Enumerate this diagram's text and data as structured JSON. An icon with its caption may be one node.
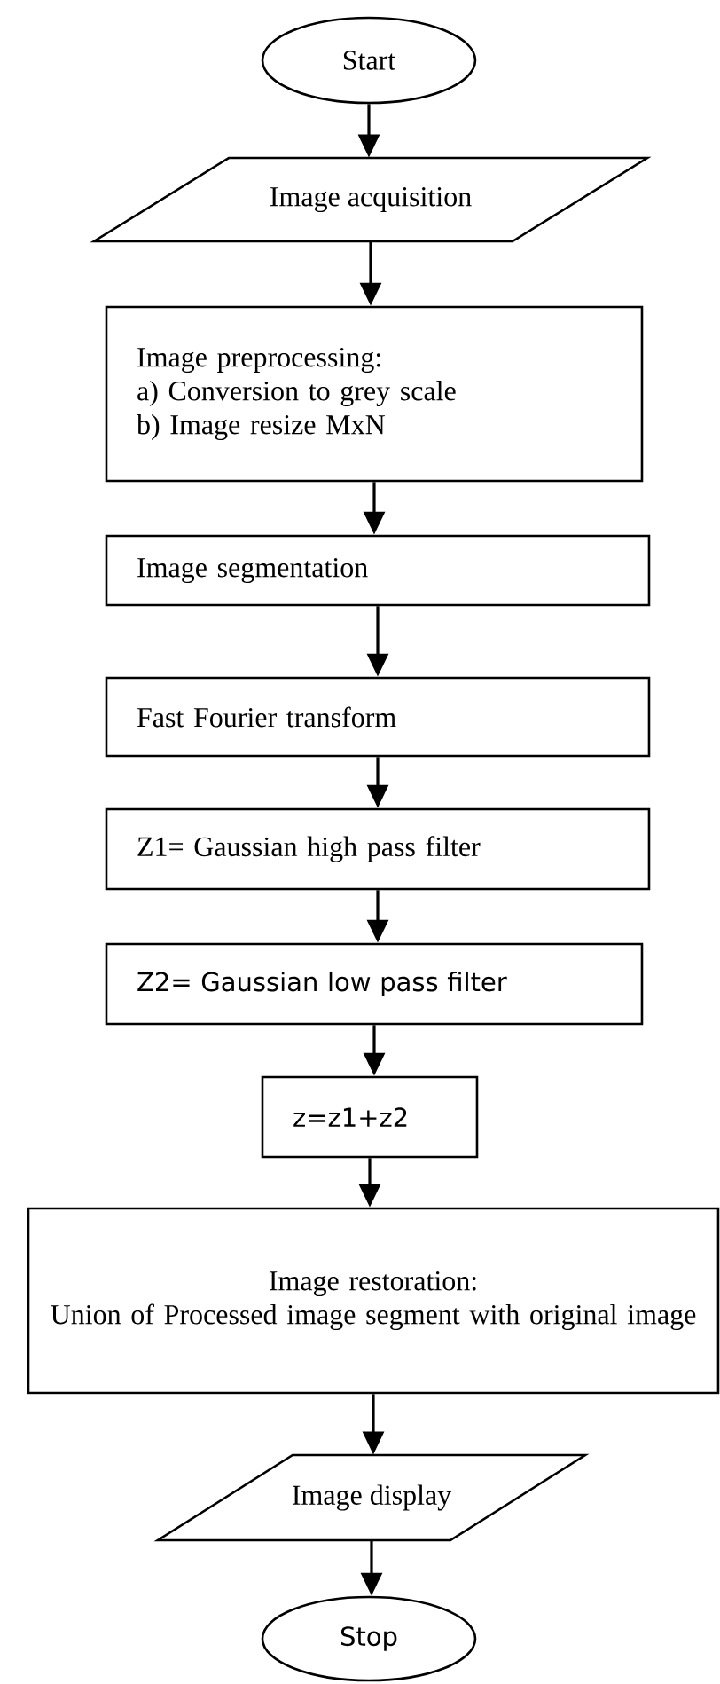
{
  "diagram": {
    "nodes": [
      {
        "text": [
          "Start"
        ]
      },
      {
        "text": [
          "Image acquisition"
        ]
      },
      {
        "text": [
          "Image preprocessing:",
          "a) Conversion to grey scale",
          "b) Image resize MxN"
        ]
      },
      {
        "text": [
          "Image segmentation"
        ]
      },
      {
        "text": [
          "Fast Fourier transform"
        ]
      },
      {
        "text": [
          "Z1= Gaussian high pass filter"
        ]
      },
      {
        "text": [
          "Z2= Gaussian low pass filter"
        ]
      },
      {
        "text": [
          "z=z1+z2"
        ]
      },
      {
        "text": [
          "Image restoration:",
          "Union of Processed image segment with original image"
        ]
      },
      {
        "text": [
          "Image display"
        ]
      },
      {
        "text": [
          "Stop"
        ]
      }
    ],
    "edges": [
      {
        "from": 0,
        "to": 1,
        "arrow": "to"
      },
      {
        "from": 1,
        "to": 2,
        "arrow": "to"
      },
      {
        "from": 2,
        "to": 3,
        "arrow": "to"
      },
      {
        "from": 3,
        "to": 4,
        "arrow": "to"
      },
      {
        "from": 4,
        "to": 5,
        "arrow": "to"
      },
      {
        "from": 5,
        "to": 6,
        "arrow": "to"
      },
      {
        "from": 6,
        "to": 7,
        "arrow": "to"
      },
      {
        "from": 7,
        "to": 8,
        "arrow": "to"
      },
      {
        "from": 8,
        "to": 9,
        "arrow": "to"
      },
      {
        "from": 9,
        "to": 10,
        "arrow": "to"
      }
    ]
  }
}
